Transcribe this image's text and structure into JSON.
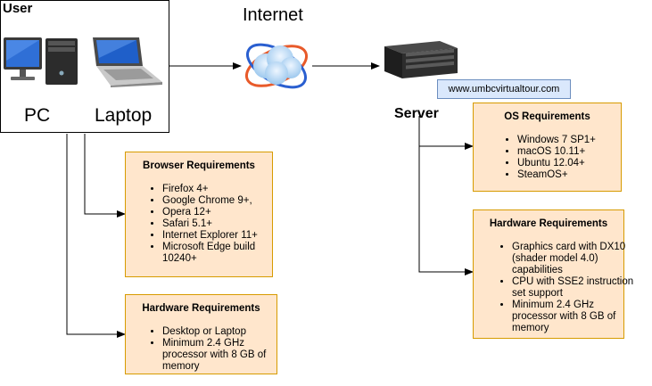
{
  "user": {
    "title": "User",
    "devices": [
      {
        "label": "PC",
        "icon": "desktop-pc-icon"
      },
      {
        "label": "Laptop",
        "icon": "laptop-icon"
      }
    ]
  },
  "internet": {
    "title": "Internet",
    "icon": "cloud-globe-icon"
  },
  "server": {
    "title": "Server",
    "icon": "server-icon",
    "url": "www.umbcvirtualtour.com"
  },
  "client_requirements": {
    "browser": {
      "title": "Browser Requirements",
      "items": [
        "Firefox 4+",
        "Google Chrome 9+,",
        "Opera 12+",
        "Safari 5.1+",
        "Internet Explorer 11+",
        "Microsoft Edge build 10240+"
      ]
    },
    "hardware": {
      "title": "Hardware Requirements",
      "items": [
        "Desktop or Laptop",
        "Minimum 2.4 GHz processor with 8 GB of memory"
      ]
    }
  },
  "server_requirements": {
    "os": {
      "title": "OS Requirements",
      "items": [
        "Windows 7 SP1+",
        "macOS 10.11+",
        "Ubuntu 12.04+",
        "SteamOS+"
      ]
    },
    "hardware": {
      "title": "Hardware Requirements",
      "items": [
        "Graphics card with DX10 (shader model 4.0) capabilities",
        "CPU with SSE2 instruction set support",
        "Minimum 2.4 GHz processor with 8 GB of memory"
      ]
    }
  },
  "colors": {
    "requirement_fill": "#ffe6cc",
    "requirement_border": "#d79b00",
    "url_fill": "#dae8fc",
    "url_border": "#6c8ebf",
    "connector": "#000000"
  }
}
